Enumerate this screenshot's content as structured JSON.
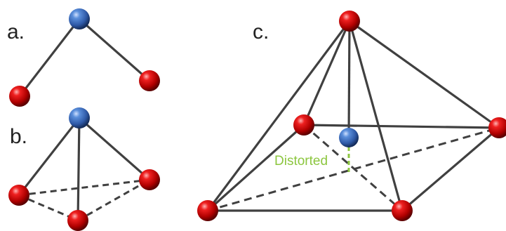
{
  "panels": {
    "a": {
      "label": "a."
    },
    "b": {
      "label": "b."
    },
    "c": {
      "label": "c.",
      "annotation": "Distorted"
    }
  },
  "colors": {
    "metal_atom": "#3a6fc0",
    "ligand_atom": "#d01010",
    "bond": "#404040",
    "annotation": "#8cc63f"
  }
}
